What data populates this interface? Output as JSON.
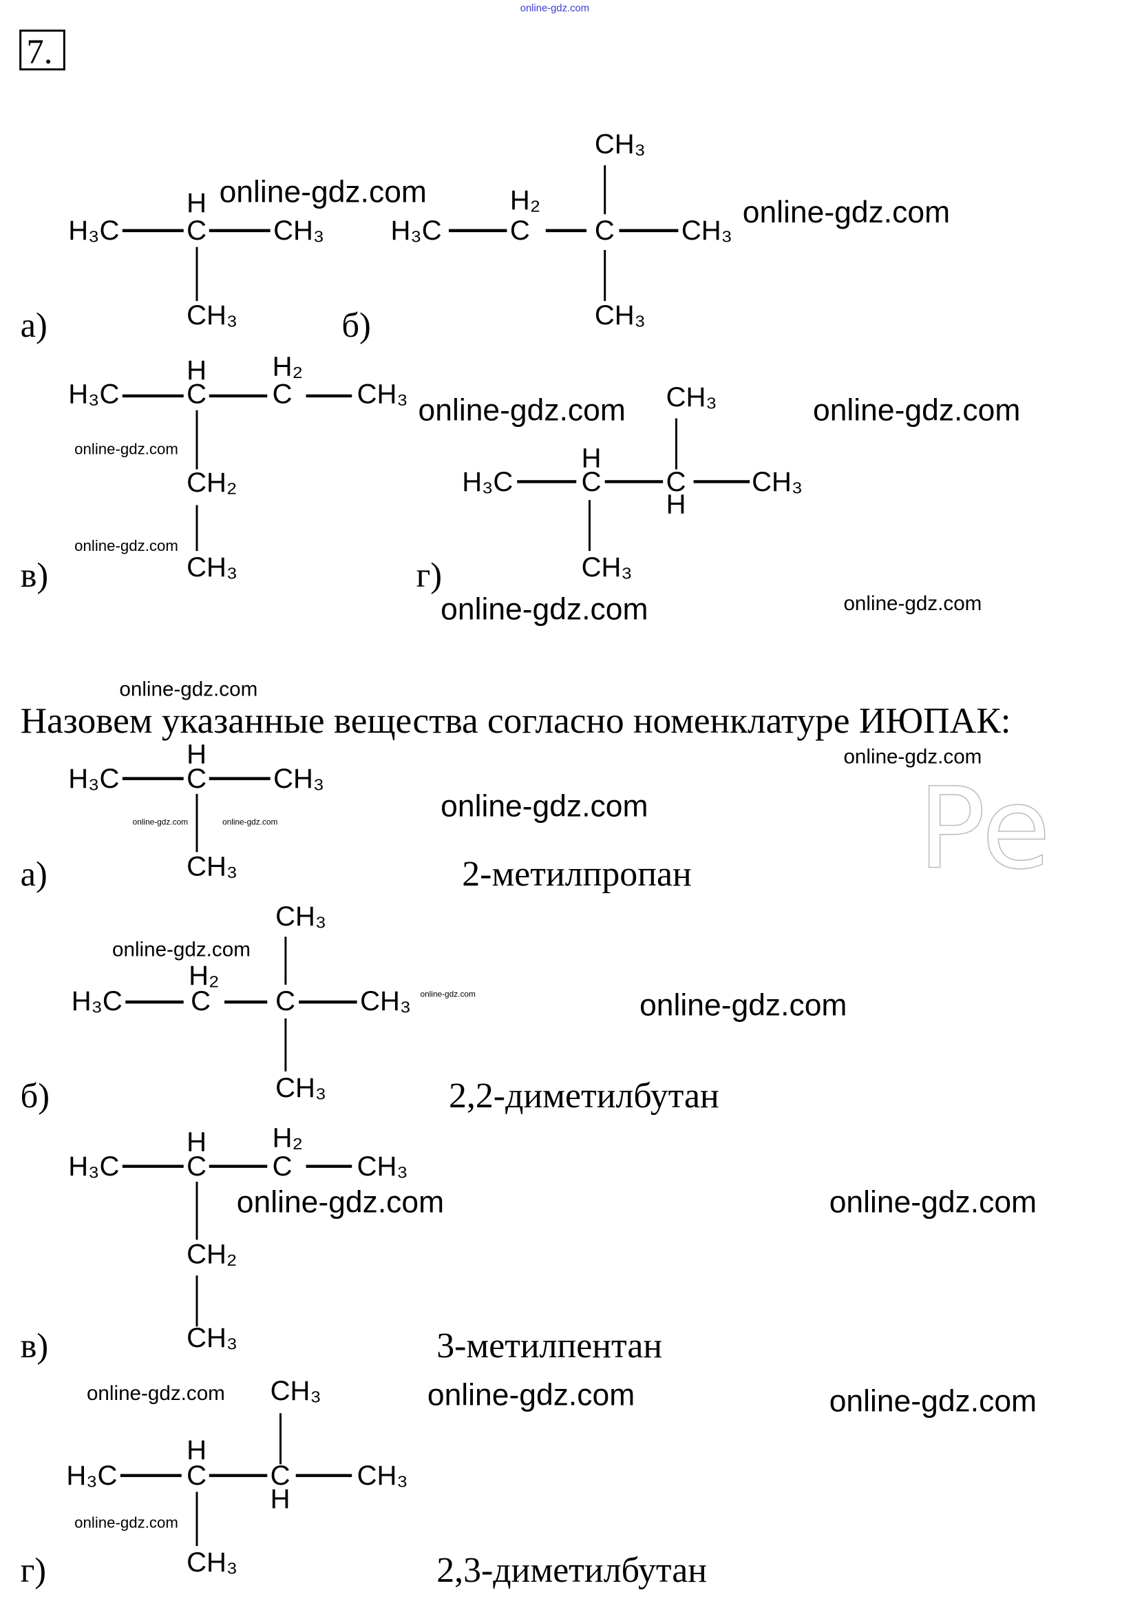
{
  "task_number": "7.",
  "heading": "Назовем указанные вещества согласно номенклатуре ИЮПАК:",
  "watermark": "online-gdz.com",
  "logo_fragment": "Pe",
  "labels": {
    "a": "а)",
    "b": "б)",
    "v": "в)",
    "g": "г)"
  },
  "atoms": {
    "H3C": "H₃C",
    "CH3": "CH₃",
    "CH2": "CH₂",
    "H2": "H₂",
    "C": "C",
    "H": "H"
  },
  "answers": {
    "a": "2-метилпропан",
    "b": "2,2-диметилбутан",
    "v": "3-метилпентан",
    "g": "2,3-диметилбутан"
  }
}
